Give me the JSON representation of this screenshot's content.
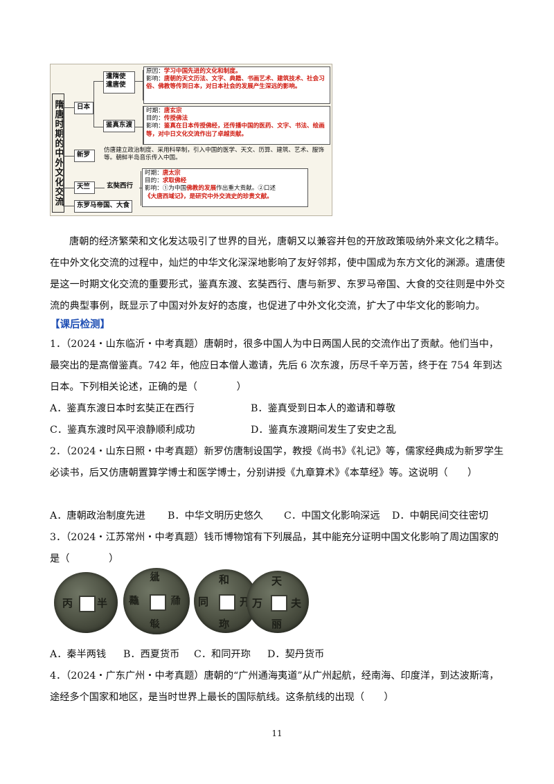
{
  "mindmap": {
    "title": "隋唐时期的中外文化交流",
    "japan": "日本",
    "envoys": "遣隋使\n遣唐使",
    "envoys_reason_label": "原因：",
    "envoys_reason": "学习中国先进的文化和制度。",
    "envoys_impact_label": "影响：",
    "envoys_impact": "唐朝的天文历法、文字、典籍、书画艺术、建筑技术、社会习俗、佛教等传到日本，对日本社会的发展产生深远的影响。",
    "jianzhen": "鉴真东渡",
    "jz_time_label": "时期：",
    "jz_time": "唐玄宗",
    "jz_purpose_label": "目的：",
    "jz_purpose": "传授佛法",
    "jz_impact_label": "影响：",
    "jz_impact": "鉴真在日本传授佛经，还传播中国的医药、文字、书法、绘画等，对中日文化交流作出了卓越贡献。",
    "silla": "新罗",
    "silla_detail": "仿唐建立政治制度、采用科举制，引入中国的医学、天文、历算、建筑、艺术、服饰等。朝鲜半岛音乐传入中国。",
    "tianzhu": "天竺",
    "xuanzang": "玄奘西行",
    "xz_time_label": "时期：",
    "xz_time": "唐太宗",
    "xz_purpose_label": "目的：",
    "xz_purpose": "求取佛经",
    "xz_impact_label": "影响：",
    "xz_impact_1": "①为中国",
    "xz_impact_red1": "佛教的发展",
    "xz_impact_2": "作出重大贡献。②口述",
    "xz_impact_red2": "《大唐西域记》，是研究中外交流史的珍贵文献。",
    "rome": "东罗马帝国、大食"
  },
  "paragraph": "唐朝的经济繁荣和文化发达吸引了世界的目光，唐朝又以兼容并包的开放政策吸纳外来文化之精华。在中外文化交流的过程中，灿烂的中华文化深深地影响了友好邻邦，使中国成为东方文化的渊源。遣唐使是这一时期文化交流的重要形式，鉴真东渡、玄奘西行、唐与新罗、东罗马帝国、大食的交往则是中外交流的典型事例，既显示了中国对外友好的态度，也促进了中外文化交流，扩大了中华文化的影响力。",
  "section_title": "【课后检测】",
  "q1": {
    "text": "1．（2024・山东临沂・中考真题）唐朝时，很多中国人为中日两国人民的交流作出了贡献。他们当中，最突出的是高僧鉴真。742 年，他应日本僧人邀请，先后 6 次东渡，历尽千辛万苦，终于在 754 年到达日本。下列相关论述，正确的是（　　　　）",
    "A": "A．鉴真东渡日本时玄奘正在西行",
    "B": "B．鉴真受到日本人的邀请和尊敬",
    "C": "C．鉴真东渡时风平浪静顺利成功",
    "D": "D．鉴真东渡期间发生了安史之乱"
  },
  "q2": {
    "text": "2．（2024・山东日照・中考真题）新罗仿唐制设国学，教授《尚书》《礼记》等，儒家经典成为新罗学生必读书，后又仿唐朝置算学博士和医学博士，分别讲授《九章算术》《本草经》等。这说明（　　）",
    "A": "A．唐朝政治制度先进",
    "B": "B．中华文明历史悠久",
    "C": "C．中国文化影响深远",
    "D": "D．中朝民间交往密切"
  },
  "q3": {
    "text": "3．（2024・江苏常州・中考真题）钱币博物馆有下列展品，其中能充分证明中国文化影响了周边国家的是（　　　　）",
    "A": "A．秦半两钱",
    "B": "B．西夏货币",
    "C": "C．和同开珎",
    "D": "D．契丹货币"
  },
  "q4": {
    "text": "4．（2024・广东广州・中考真题）唐朝的“广州通海夷道”从广州起航，经南海、印度洋，到达波斯湾，途经多个国家和地区，是当时世界上最长的国际航线。这条航线的出现（　　）"
  },
  "page_number": "11"
}
